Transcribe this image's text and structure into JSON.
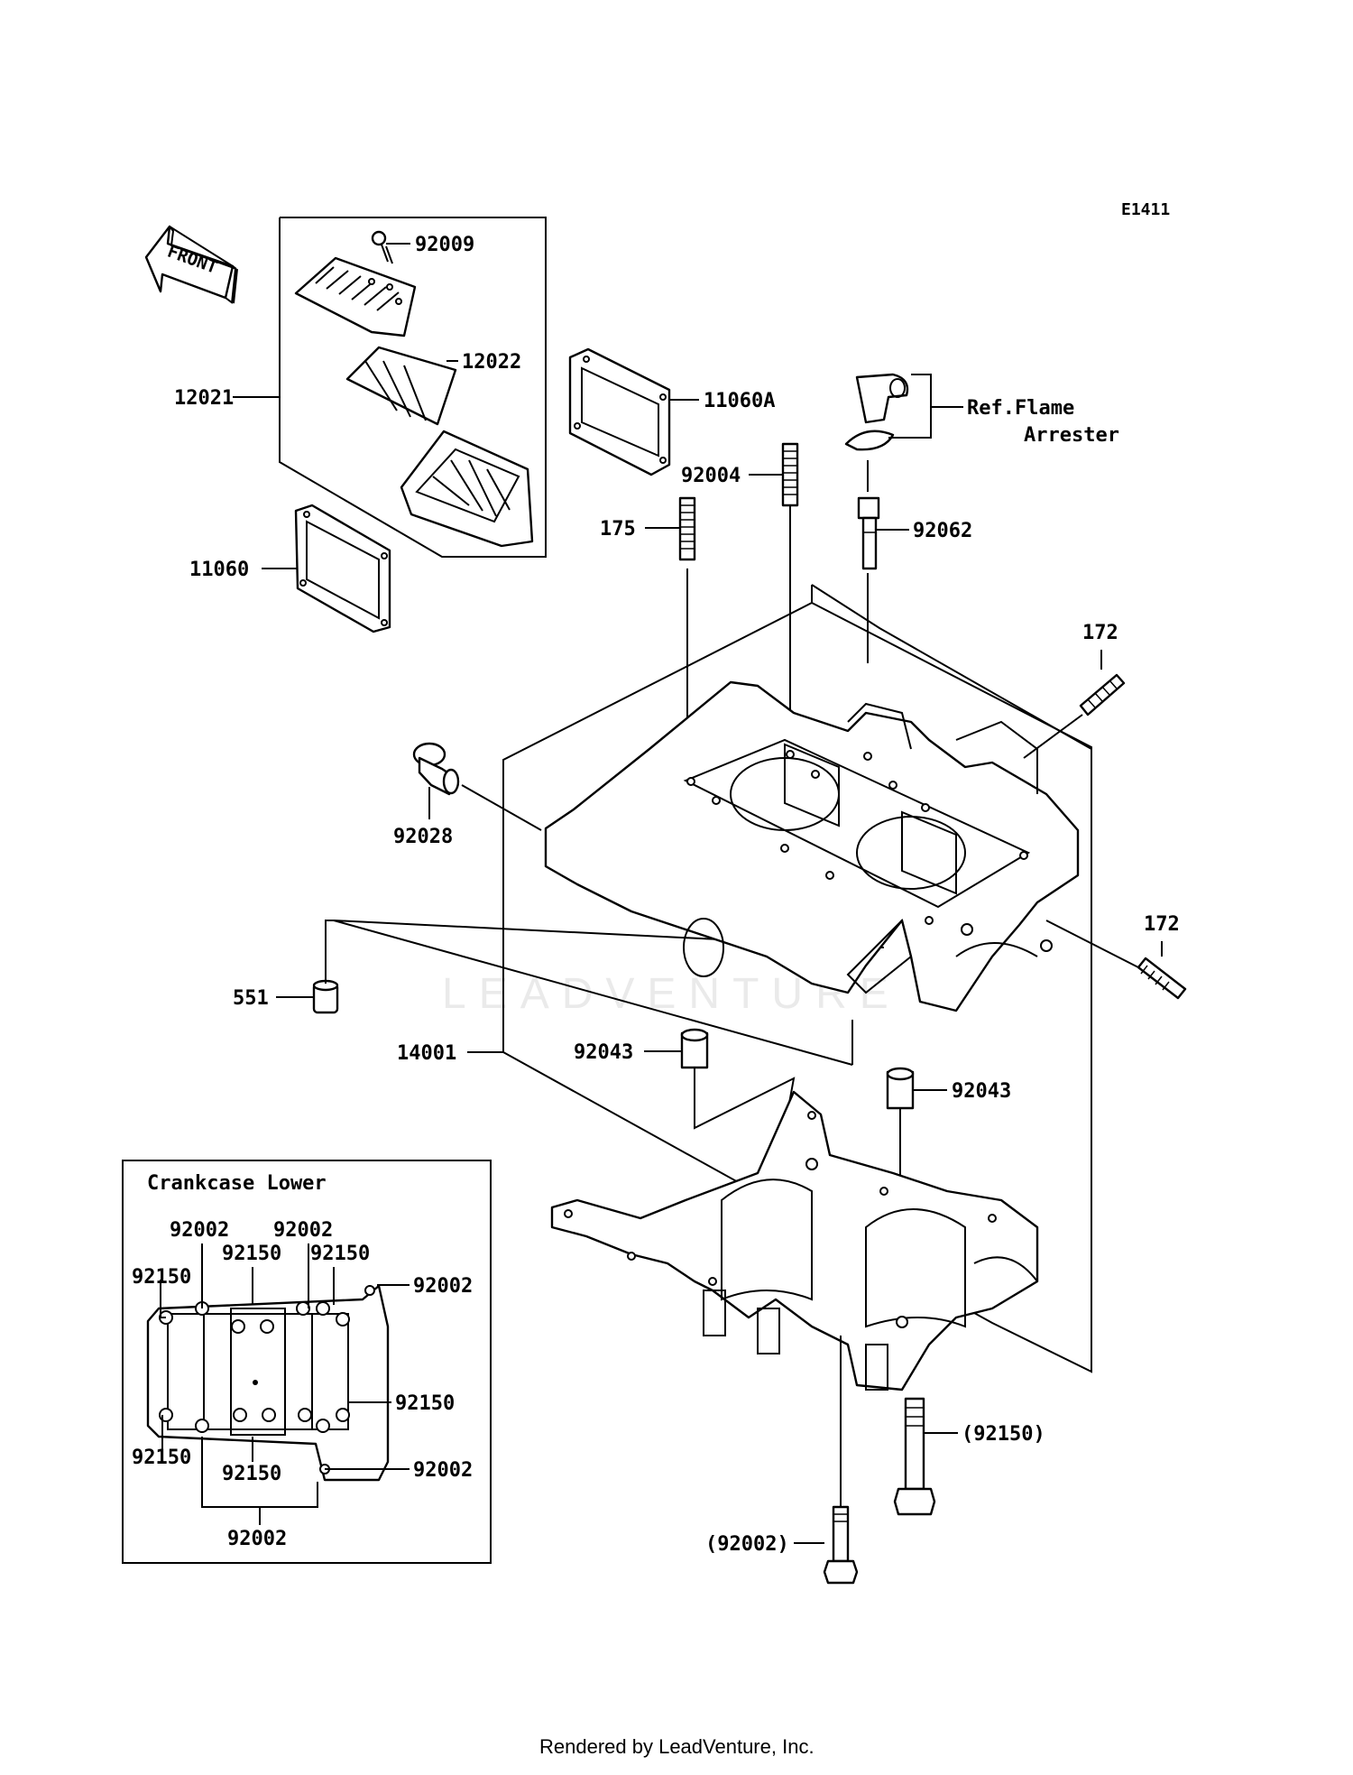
{
  "diagram": {
    "code": "E1411",
    "front_arrow": "FRONT",
    "watermark": "LEADVENTURE",
    "footer": "Rendered by LeadVenture, Inc.",
    "inset_title": "Crankcase Lower",
    "ref_note": [
      "Ref.Flame",
      "Arrester"
    ],
    "labels": {
      "p92009": "92009",
      "p12022": "12022",
      "p12021": "12021",
      "p11060A": "11060A",
      "p11060": "11060",
      "p92004": "92004",
      "p175": "175",
      "p92062": "92062",
      "p172a": "172",
      "p172b": "172",
      "p92028": "92028",
      "p551": "551",
      "p14001": "14001",
      "p92043a": "92043",
      "p92043b": "92043",
      "p92150p": "(92150)",
      "p92002p": "(92002)"
    },
    "inset_labels": {
      "tl_92002": "92002",
      "tr_92002": "92002",
      "c1_92150": "92150",
      "c2_92150": "92150",
      "l_92150": "92150",
      "r_92002": "92002",
      "r_92150": "92150",
      "bl_92150": "92150",
      "b_92150": "92150",
      "br_92002": "92002",
      "bot_92002": "92002"
    }
  }
}
